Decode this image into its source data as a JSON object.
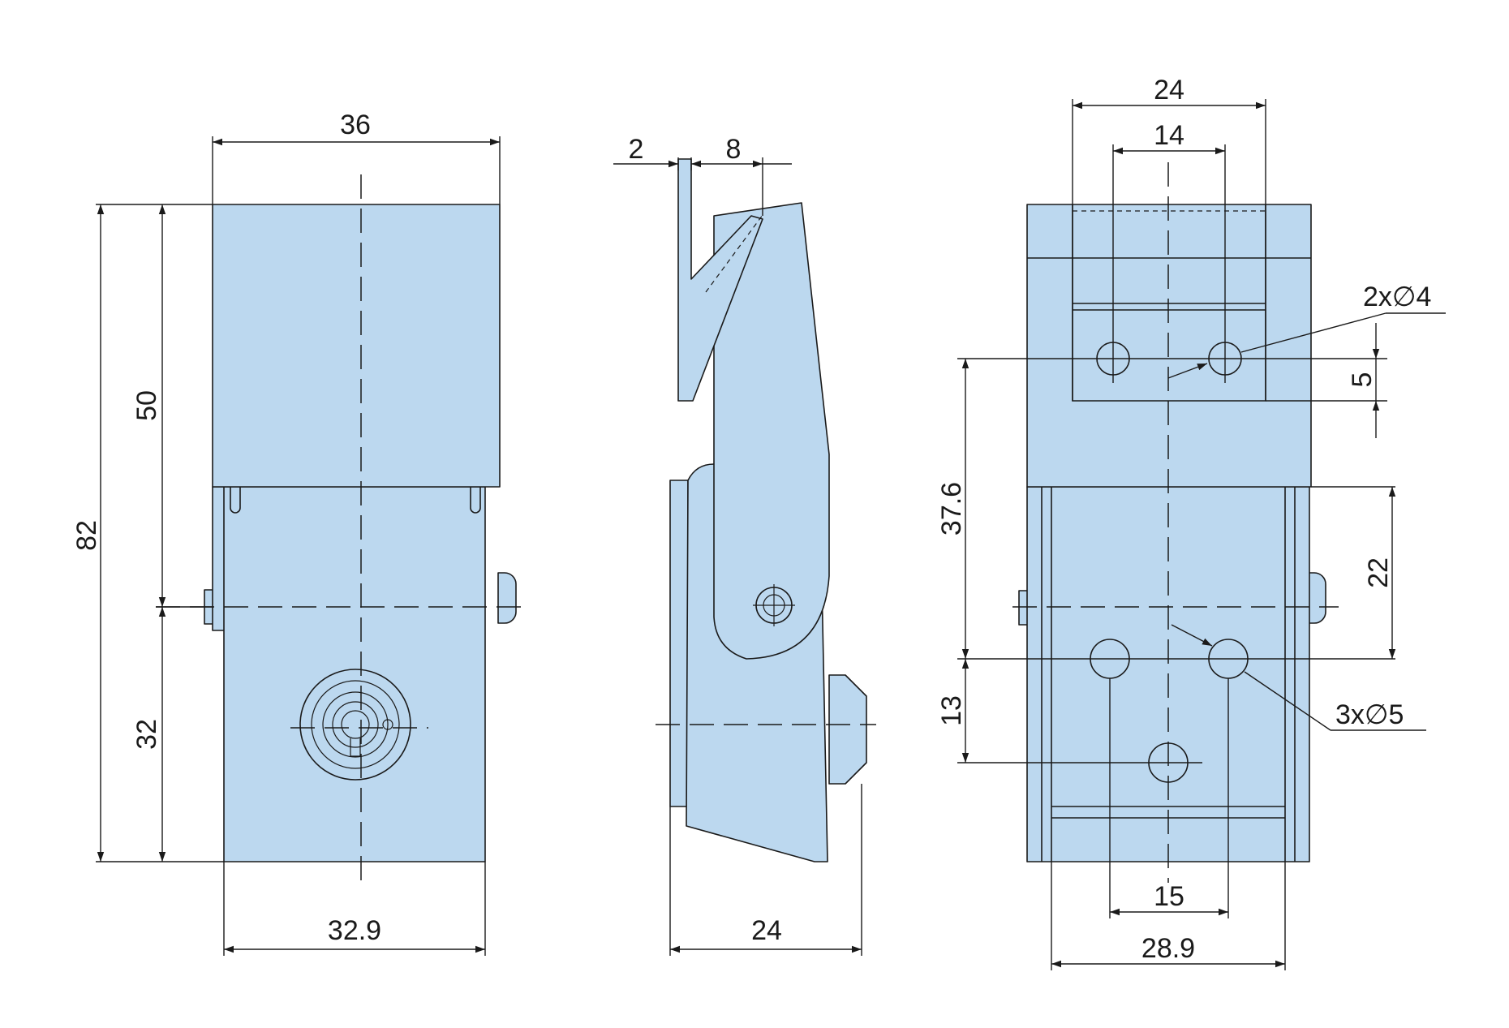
{
  "colors": {
    "part_fill": "#bcd8ef",
    "line": "#1a1a1a",
    "background": "#ffffff"
  },
  "front_view": {
    "dim_width_top": "36",
    "dim_height_total": "82",
    "dim_height_upper": "50",
    "dim_height_lower": "32",
    "dim_width_bottom": "32.9"
  },
  "side_view": {
    "dim_thickness": "2",
    "dim_offset": "8",
    "dim_depth": "24"
  },
  "back_view": {
    "dim_width_top": "24",
    "dim_hole_spacing_top": "14",
    "dim_small_holes_label": "2x∅4",
    "dim_small_hole_offset": "5",
    "dim_height_37_6": "37.6",
    "dim_height_22": "22",
    "dim_height_13": "13",
    "dim_large_holes_label": "3x∅5",
    "dim_hole_spacing_bottom": "15",
    "dim_width_bottom": "28.9"
  }
}
